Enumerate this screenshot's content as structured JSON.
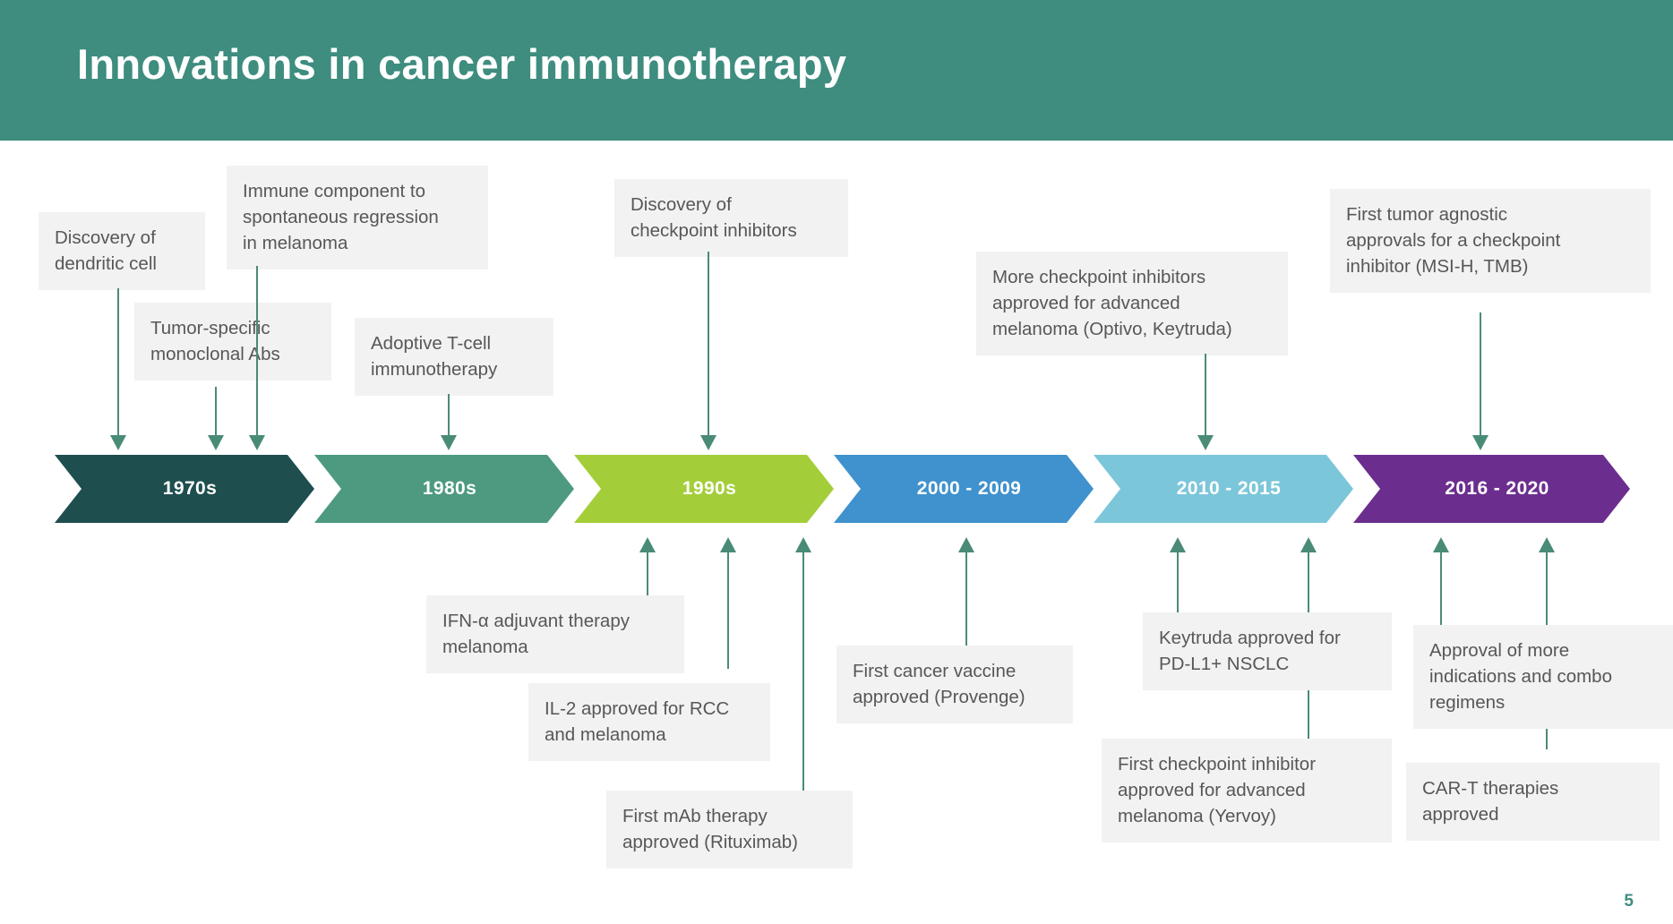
{
  "header": {
    "title": "Innovations in cancer immunotherapy",
    "background_color": "#3e8d7f",
    "title_color": "#ffffff"
  },
  "footer": {
    "page_number": "5",
    "page_number_color": "#3e8d7f"
  },
  "timeline": {
    "connector_color": "#4a8b78",
    "note_background": "#f2f2f2",
    "note_text_color": "#575757",
    "periods": [
      {
        "label": "1970s",
        "color": "#1f4e4f"
      },
      {
        "label": "1980s",
        "color": "#4d9a80"
      },
      {
        "label": "1990s",
        "color": "#a4ce39"
      },
      {
        "label": "2000 - 2009",
        "color": "#3f92cd"
      },
      {
        "label": "2010 - 2015",
        "color": "#7cc6da"
      },
      {
        "label": "2016 - 2020",
        "color": "#6b2d8e"
      }
    ],
    "notes_above": [
      {
        "text": "Discovery of\ndendritic cell"
      },
      {
        "text": "Immune component to\nspontaneous regression\nin melanoma"
      },
      {
        "text": "Tumor-specific\nmonoclonal Abs"
      },
      {
        "text": "Adoptive T-cell\nimmunotherapy"
      },
      {
        "text": "Discovery of\ncheckpoint inhibitors"
      },
      {
        "text": "More checkpoint inhibitors\napproved for advanced\nmelanoma (Optivo, Keytruda)"
      },
      {
        "text": "First tumor agnostic\napprovals for a checkpoint\ninhibitor (MSI-H, TMB)"
      }
    ],
    "notes_below": [
      {
        "text": "IFN-α adjuvant therapy\nmelanoma"
      },
      {
        "text": "IL-2 approved for RCC\nand melanoma"
      },
      {
        "text": "First mAb therapy\napproved (Rituximab)"
      },
      {
        "text": "First cancer vaccine\napproved (Provenge)"
      },
      {
        "text": "Keytruda approved for\nPD-L1+ NSCLC"
      },
      {
        "text": "First checkpoint inhibitor\napproved for advanced\nmelanoma (Yervoy)"
      },
      {
        "text": "Approval of more\nindications and combo\nregimens"
      },
      {
        "text": "CAR-T therapies\napproved"
      }
    ]
  }
}
